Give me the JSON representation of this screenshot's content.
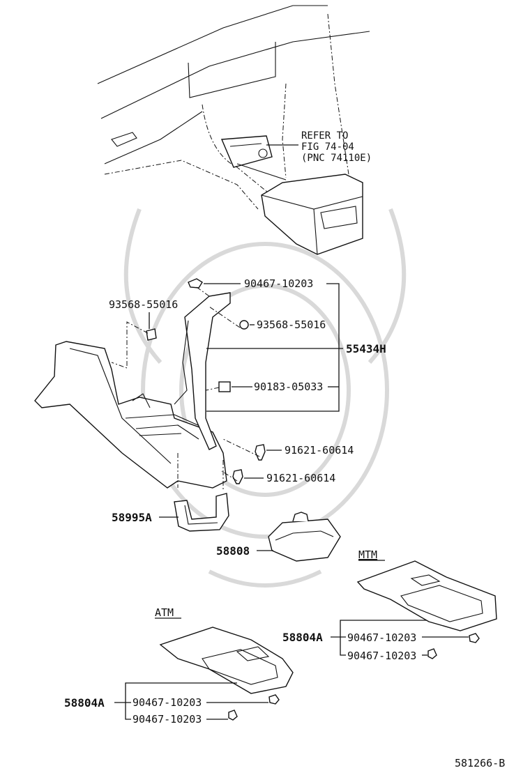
{
  "refer_note": [
    "REFER TO",
    "FIG 74-04",
    "(PNC 74110E)"
  ],
  "labels": {
    "clip_top": "90467-10203",
    "screw_left": "93568-55016",
    "screw_right": "93568-55016",
    "console_box": "55434H",
    "nut": "90183-05033",
    "bolt_upper": "91621-60614",
    "bolt_lower": "91621-60614",
    "bracket": "58995A",
    "boot": "58808",
    "mtm_heading": "MTM",
    "mtm_panel": "58804A",
    "mtm_clip_1": "90467-10203",
    "mtm_clip_2": "90467-10203",
    "atm_heading": "ATM",
    "atm_panel": "58804A",
    "atm_clip_1": "90467-10203",
    "atm_clip_2": "90467-10203"
  },
  "figure_code": "581266-B"
}
